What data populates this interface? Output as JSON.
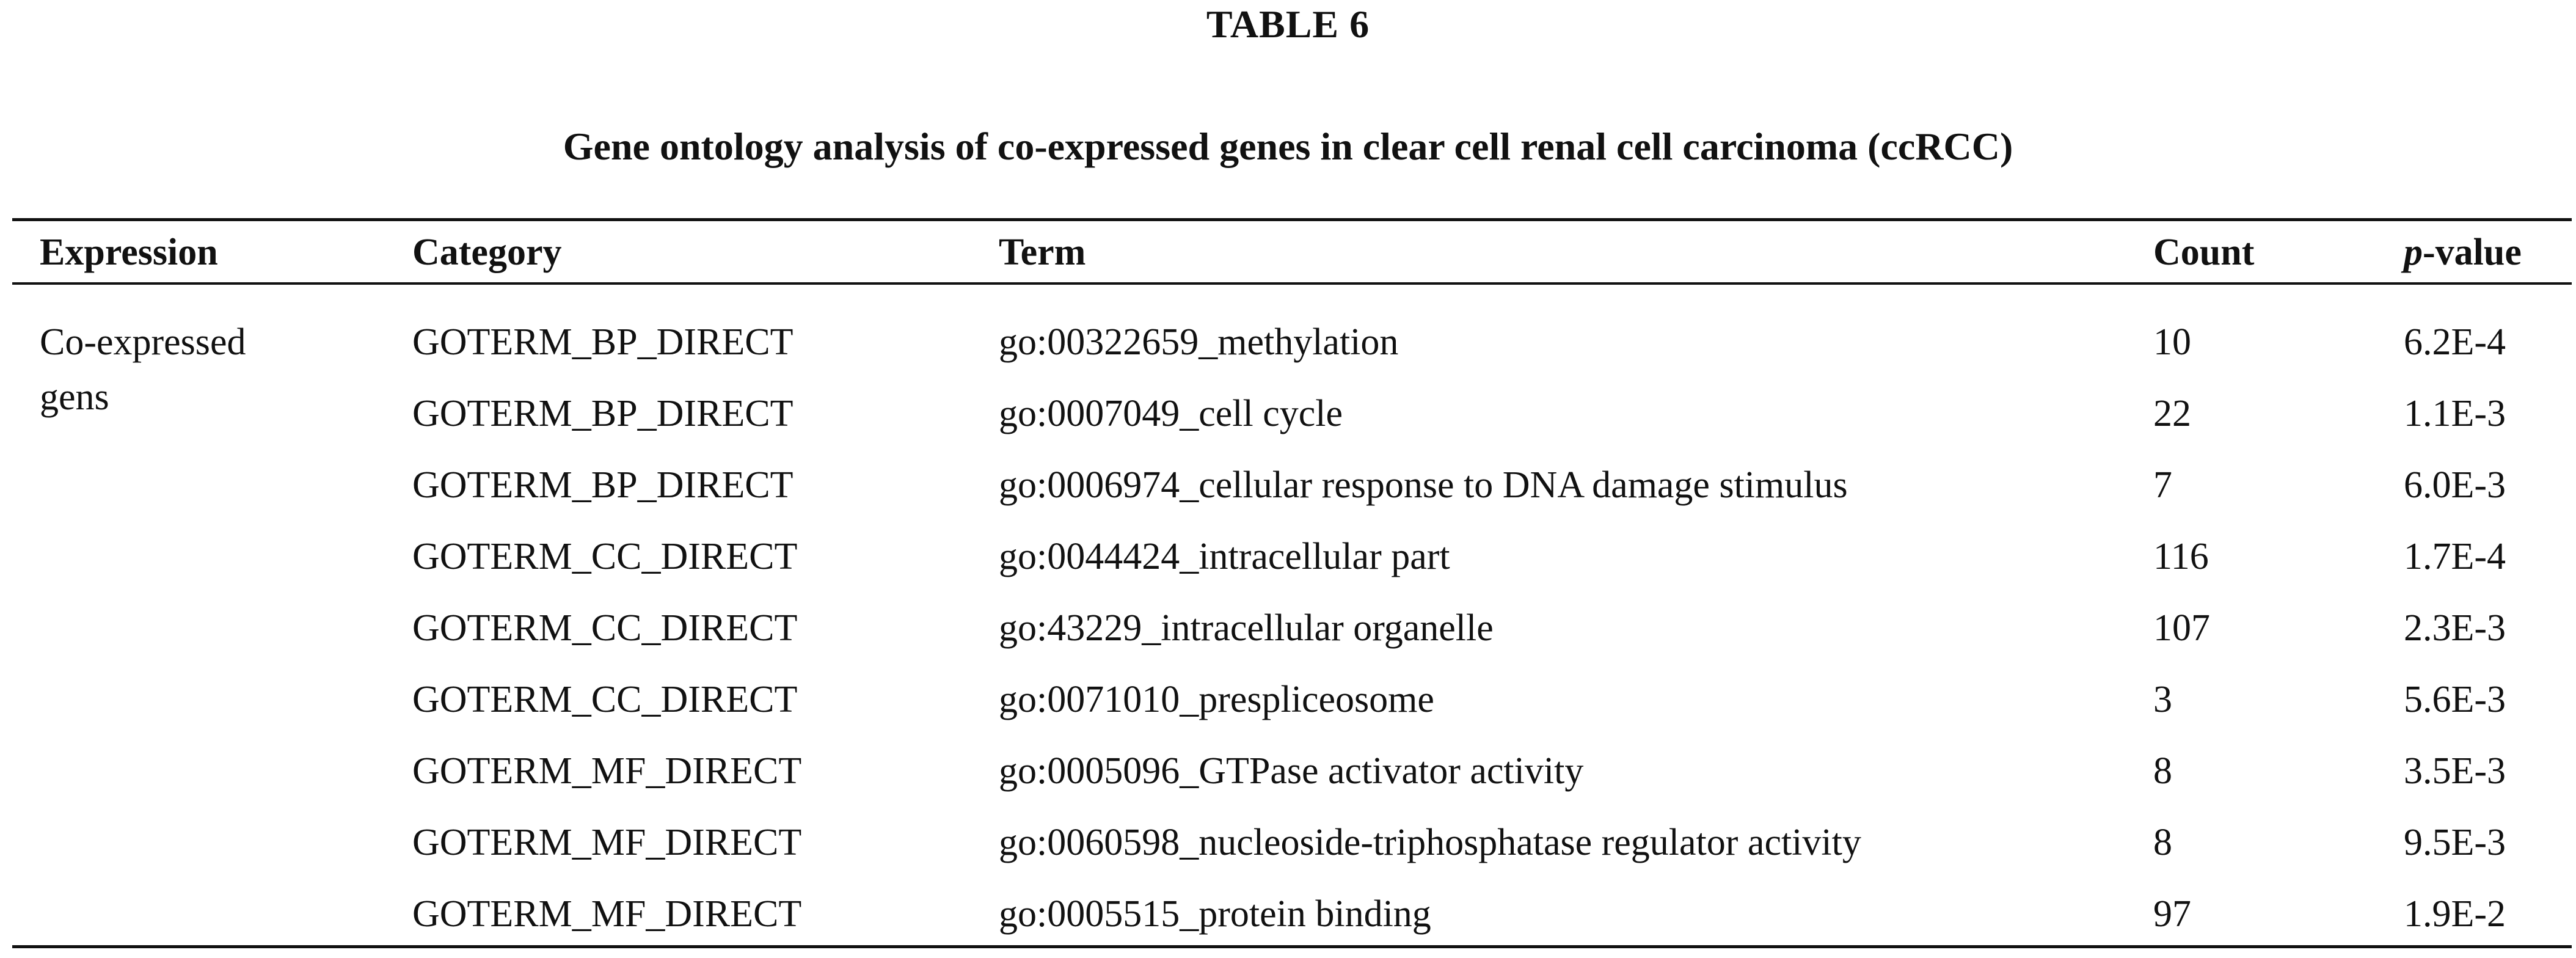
{
  "table_label": "TABLE 6",
  "caption": "Gene ontology analysis of co-expressed genes in clear cell renal cell carcinoma (ccRCC)",
  "headers": {
    "expression": "Expression",
    "category": "Category",
    "term": "Term",
    "count": "Count",
    "pvalue_p": "p",
    "pvalue_rest": "-value"
  },
  "expression_group": {
    "line1": "Co-expressed",
    "line2": "gens"
  },
  "rows": [
    {
      "category": "GOTERM_BP_DIRECT",
      "term": "go:00322659_methylation",
      "count": "10",
      "pvalue": "6.2E-4"
    },
    {
      "category": "GOTERM_BP_DIRECT",
      "term": "go:0007049_cell cycle",
      "count": "22",
      "pvalue": "1.1E-3"
    },
    {
      "category": "GOTERM_BP_DIRECT",
      "term": "go:0006974_cellular response to DNA damage stimulus",
      "count": "7",
      "pvalue": "6.0E-3"
    },
    {
      "category": "GOTERM_CC_DIRECT",
      "term": "go:0044424_intracellular part",
      "count": "116",
      "pvalue": "1.7E-4"
    },
    {
      "category": "GOTERM_CC_DIRECT",
      "term": "go:43229_intracellular organelle",
      "count": "107",
      "pvalue": "2.3E-3"
    },
    {
      "category": "GOTERM_CC_DIRECT",
      "term": "go:0071010_prespliceosome",
      "count": "3",
      "pvalue": "5.6E-3"
    },
    {
      "category": "GOTERM_MF_DIRECT",
      "term": "go:0005096_GTPase activator activity",
      "count": "8",
      "pvalue": "3.5E-3"
    },
    {
      "category": "GOTERM_MF_DIRECT",
      "term": "go:0060598_nucleoside-triphosphatase regulator activity",
      "count": "8",
      "pvalue": "9.5E-3"
    },
    {
      "category": "GOTERM_MF_DIRECT",
      "term": "go:0005515_protein binding",
      "count": "97",
      "pvalue": "1.9E-2"
    }
  ]
}
